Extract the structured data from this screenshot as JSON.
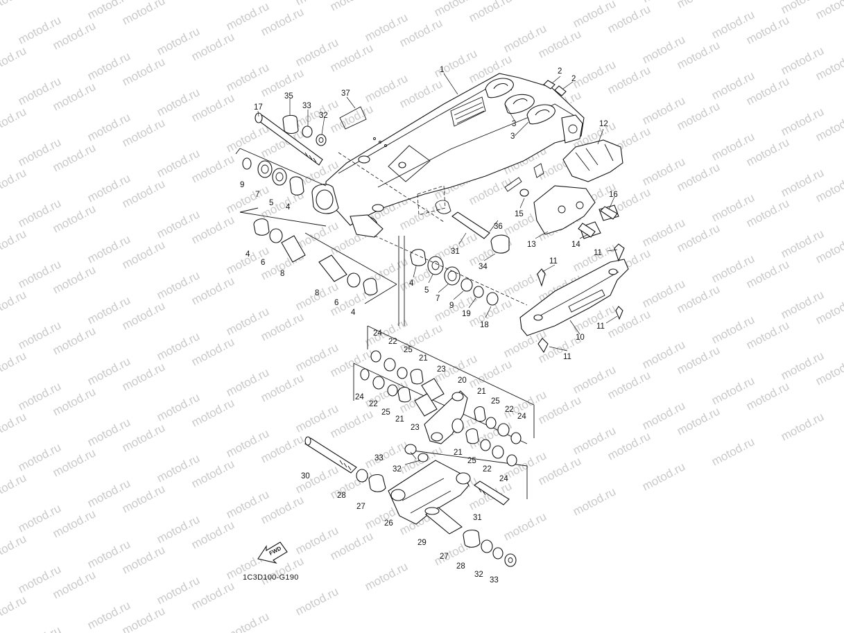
{
  "diagram": {
    "watermark_text": "motod.ru",
    "code": "1C3D100-G190",
    "fwd_label": "FWD"
  },
  "callouts": [
    {
      "id": "c1",
      "text": "1"
    },
    {
      "id": "c2a",
      "text": "2"
    },
    {
      "id": "c2b",
      "text": "2"
    },
    {
      "id": "c3a",
      "text": "3"
    },
    {
      "id": "c3b",
      "text": "3"
    },
    {
      "id": "c4a",
      "text": "4"
    },
    {
      "id": "c4b",
      "text": "4"
    },
    {
      "id": "c4c",
      "text": "4"
    },
    {
      "id": "c4d",
      "text": "4"
    },
    {
      "id": "c5a",
      "text": "5"
    },
    {
      "id": "c5b",
      "text": "5"
    },
    {
      "id": "c6a",
      "text": "6"
    },
    {
      "id": "c6b",
      "text": "6"
    },
    {
      "id": "c7a",
      "text": "7"
    },
    {
      "id": "c7b",
      "text": "7"
    },
    {
      "id": "c8a",
      "text": "8"
    },
    {
      "id": "c8b",
      "text": "8"
    },
    {
      "id": "c9a",
      "text": "9"
    },
    {
      "id": "c9b",
      "text": "9"
    },
    {
      "id": "c10",
      "text": "10"
    },
    {
      "id": "c11a",
      "text": "11"
    },
    {
      "id": "c11b",
      "text": "11"
    },
    {
      "id": "c11c",
      "text": "11"
    },
    {
      "id": "c11d",
      "text": "11"
    },
    {
      "id": "c12",
      "text": "12"
    },
    {
      "id": "c13",
      "text": "13"
    },
    {
      "id": "c14",
      "text": "14"
    },
    {
      "id": "c15",
      "text": "15"
    },
    {
      "id": "c16",
      "text": "16"
    },
    {
      "id": "c17",
      "text": "17"
    },
    {
      "id": "c18",
      "text": "18"
    },
    {
      "id": "c19",
      "text": "19"
    },
    {
      "id": "c20",
      "text": "20"
    },
    {
      "id": "c21a",
      "text": "21"
    },
    {
      "id": "c21b",
      "text": "21"
    },
    {
      "id": "c21c",
      "text": "21"
    },
    {
      "id": "c21d",
      "text": "21"
    },
    {
      "id": "c22a",
      "text": "22"
    },
    {
      "id": "c22b",
      "text": "22"
    },
    {
      "id": "c22c",
      "text": "22"
    },
    {
      "id": "c22d",
      "text": "22"
    },
    {
      "id": "c23a",
      "text": "23"
    },
    {
      "id": "c23b",
      "text": "23"
    },
    {
      "id": "c24a",
      "text": "24"
    },
    {
      "id": "c24b",
      "text": "24"
    },
    {
      "id": "c24c",
      "text": "24"
    },
    {
      "id": "c24d",
      "text": "24"
    },
    {
      "id": "c25a",
      "text": "25"
    },
    {
      "id": "c25b",
      "text": "25"
    },
    {
      "id": "c25c",
      "text": "25"
    },
    {
      "id": "c25d",
      "text": "25"
    },
    {
      "id": "c26",
      "text": "26"
    },
    {
      "id": "c27a",
      "text": "27"
    },
    {
      "id": "c27b",
      "text": "27"
    },
    {
      "id": "c28a",
      "text": "28"
    },
    {
      "id": "c28b",
      "text": "28"
    },
    {
      "id": "c29",
      "text": "29"
    },
    {
      "id": "c30",
      "text": "30"
    },
    {
      "id": "c31a",
      "text": "31"
    },
    {
      "id": "c31b",
      "text": "31"
    },
    {
      "id": "c32a",
      "text": "32"
    },
    {
      "id": "c32b",
      "text": "32"
    },
    {
      "id": "c32c",
      "text": "32"
    },
    {
      "id": "c33a",
      "text": "33"
    },
    {
      "id": "c33b",
      "text": "33"
    },
    {
      "id": "c33c",
      "text": "33"
    },
    {
      "id": "c34",
      "text": "34"
    },
    {
      "id": "c35",
      "text": "35"
    },
    {
      "id": "c36",
      "text": "36"
    },
    {
      "id": "c37",
      "text": "37"
    }
  ]
}
